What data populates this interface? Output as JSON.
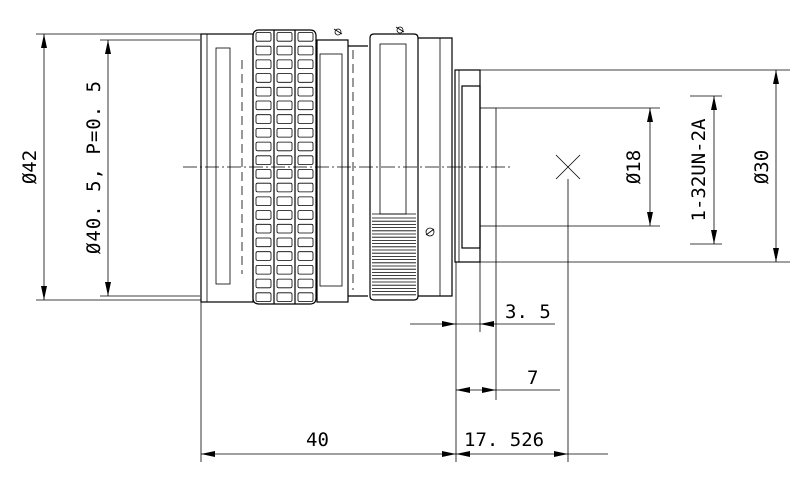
{
  "dimensions": {
    "dia_outer": "Ø42",
    "dia_filter_thread": "Ø40. 5, P=0. 5",
    "dia_flange": "Ø30",
    "dia_mount": "Ø18",
    "mount_thread": "1-32UN-2A",
    "flange_step": "3. 5",
    "mount_depth": "7",
    "body_length": "40",
    "back_focus": "17. 526"
  },
  "colors": {
    "line": "#000000",
    "background": "#ffffff"
  },
  "icons": {
    "screw_mark": "screw-slot-icon"
  }
}
